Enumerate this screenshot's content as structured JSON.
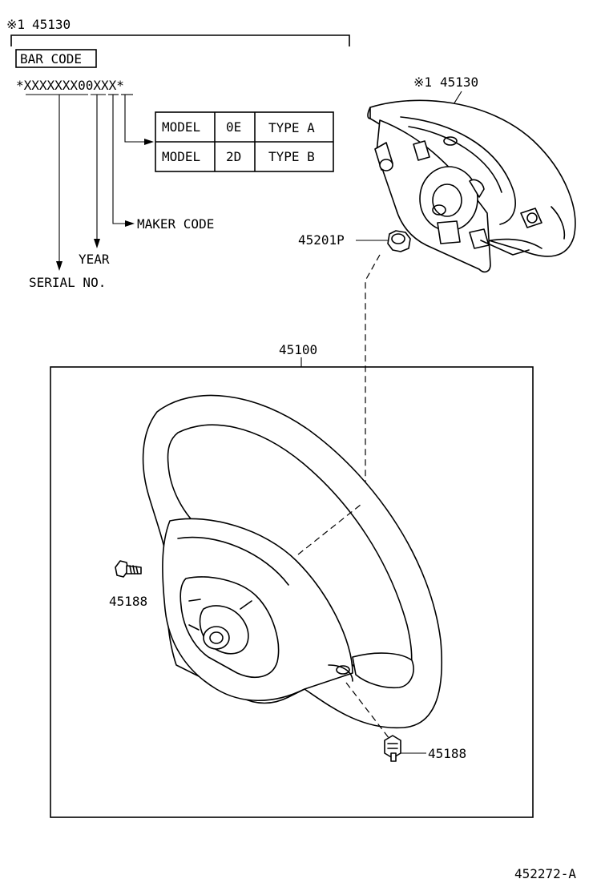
{
  "top_ref": {
    "mark": "※1",
    "part_no": "45130"
  },
  "barcode": {
    "box_label": "BAR CODE",
    "code": "*XXXXXXX00XXX*",
    "maker_code_label": "MAKER CODE",
    "year_label": "YEAR",
    "serial_label": "SERIAL NO."
  },
  "model_table": {
    "rows": [
      {
        "model": "MODEL",
        "code": "0E",
        "type": "TYPE A"
      },
      {
        "model": "MODEL",
        "code": "2D",
        "type": "TYPE B"
      }
    ]
  },
  "parts": {
    "airbag_ref_mark": "※1",
    "airbag": "45130",
    "nut": "45201P",
    "wheel": "45100",
    "screw_left": "45188",
    "screw_right": "45188"
  },
  "diagram_id": "452272-A",
  "icons": [
    "airbag-module-icon",
    "steering-wheel-icon",
    "screw-icon",
    "nut-icon"
  ]
}
